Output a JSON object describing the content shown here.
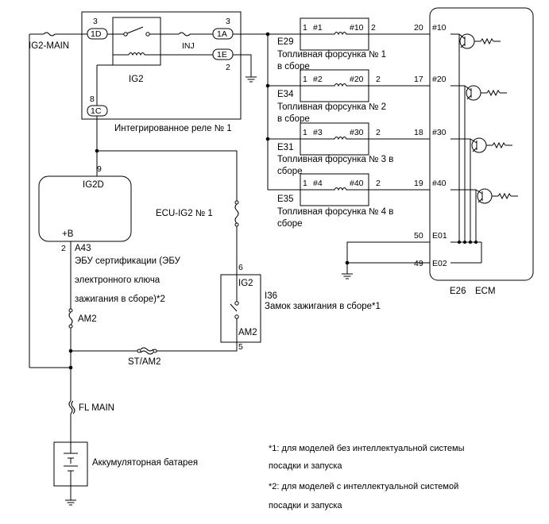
{
  "relay": {
    "name": "Интегрированное реле № 1",
    "switch_label": "IG2",
    "pins": {
      "p1D": "3",
      "p1A": "3",
      "p1E": "2",
      "p1C": "8"
    },
    "connectors": {
      "c1D": "1D",
      "c1A": "1A",
      "c1E": "1E",
      "c1C": "1C"
    },
    "inj_label": "INJ"
  },
  "fuses": {
    "ig2_main": "IG2-MAIN",
    "ecu_ig2": "ECU-IG2 № 1",
    "am2": "AM2",
    "st_am2": "ST/AM2",
    "fl_main": "FL MAIN"
  },
  "injectors": [
    {
      "id": "E29",
      "name_line1": "Топливная форсунка № 1",
      "name_line2": "в сборе",
      "pin1": "1",
      "label": "#1",
      "terminal": "#10",
      "pin2": "2",
      "ecm_pin": "20",
      "ecm_term": "#10"
    },
    {
      "id": "E34",
      "name_line1": "Топливная форсунка № 2",
      "name_line2": "в сборе",
      "pin1": "1",
      "label": "#2",
      "terminal": "#20",
      "pin2": "2",
      "ecm_pin": "17",
      "ecm_term": "#20"
    },
    {
      "id": "E31",
      "name_line1": "Топливная форсунка № 3 в",
      "name_line2": "сборе",
      "pin1": "1",
      "label": "#3",
      "terminal": "#30",
      "pin2": "2",
      "ecm_pin": "18",
      "ecm_term": "#30"
    },
    {
      "id": "E35",
      "name_line1": "Топливная форсунка № 4 в",
      "name_line2": "сборе",
      "pin1": "1",
      "label": "#4",
      "terminal": "#40",
      "pin2": "2",
      "ecm_pin": "19",
      "ecm_term": "#40"
    }
  ],
  "ecm": {
    "connector": "E26",
    "name": "ECM",
    "e01_pin": "50",
    "e01": "E01",
    "e02_pin": "49",
    "e02": "E02"
  },
  "cert_ecu": {
    "ig2d": "IG2D",
    "b_plus": "+B",
    "pin_ig2d": "9",
    "pin_b": "2",
    "id": "A43",
    "line1": "ЭБУ сертификации (ЭБУ",
    "line2": "электронного ключа",
    "line3": "зажигания в сборе)*2"
  },
  "ignition": {
    "id": "I36",
    "name": "Замок зажигания в сборе*1",
    "ig2": "IG2",
    "am2": "AM2",
    "pin_ig2": "6",
    "pin_am2": "5"
  },
  "battery": {
    "name": "Аккумуляторная батарея"
  },
  "notes": {
    "n1_line1": "*1: для моделей без интеллектуальной системы",
    "n1_line2": "посадки и запуска",
    "n2_line1": "*2: для моделей с интеллектуальной системой",
    "n2_line2": "посадки и запуска"
  }
}
